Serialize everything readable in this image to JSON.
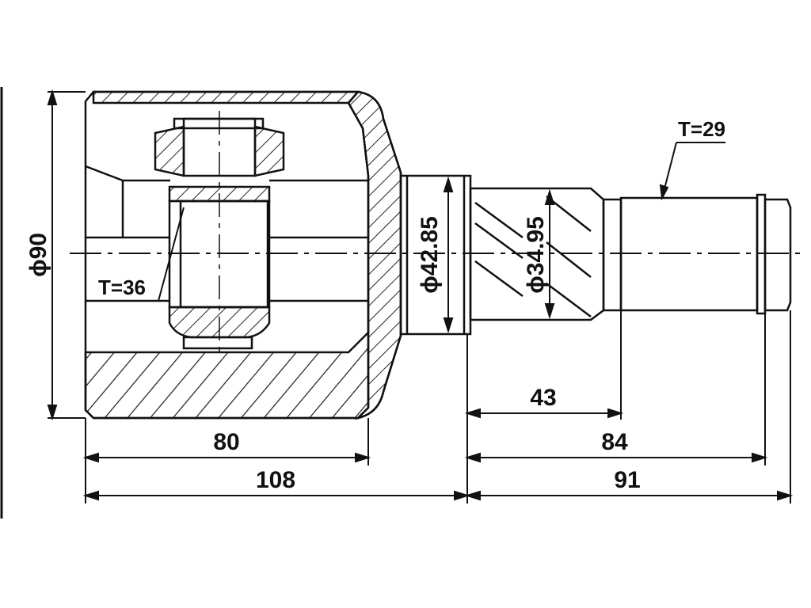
{
  "drawing": {
    "labels": {
      "outer_diameter": "ɸ90",
      "bearing_teeth": "T=36",
      "shaft_diameter_1": "ɸ42.85",
      "shaft_diameter_2": "ɸ34.95",
      "spline_teeth": "T=29"
    },
    "dimensions": {
      "housing_length": "80",
      "total_left": "108",
      "spline_length": "43",
      "shaft_84": "84",
      "shaft_91": "91"
    },
    "colors": {
      "line": "#111111",
      "hatch": "#222222",
      "background": "#ffffff"
    }
  }
}
